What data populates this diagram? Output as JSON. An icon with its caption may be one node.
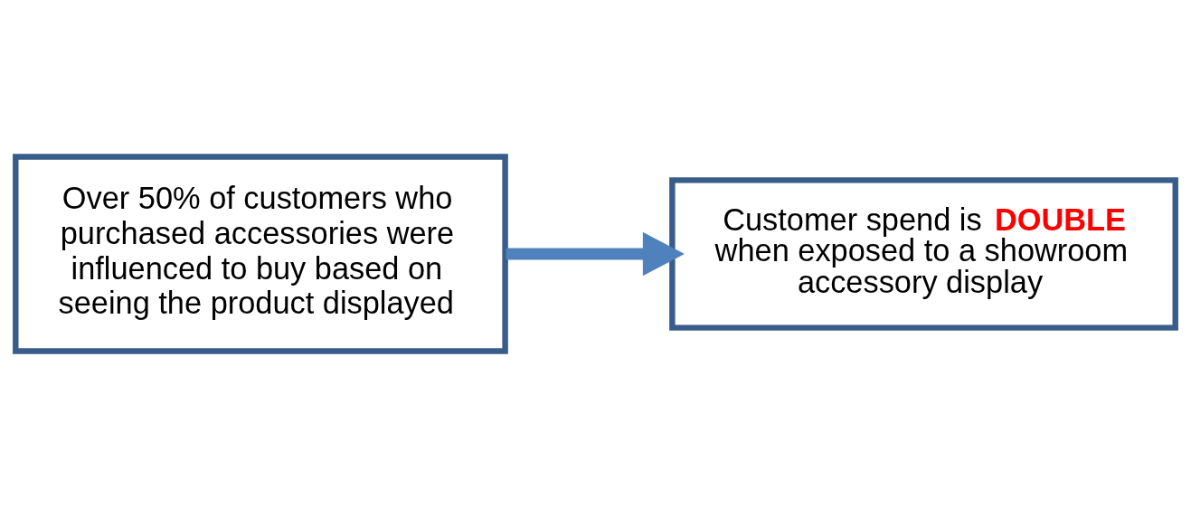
{
  "diagram": {
    "nodes": [
      {
        "text": [
          "Over 50% of customers who purchased accessories were influenced to buy based on seeing the product displayed"
        ]
      },
      {
        "text": [
          "Customer spend is **DOUBLE** when exposed to a showroom accessory display"
        ]
      }
    ],
    "edges": [
      {
        "from": 0,
        "to": 1,
        "arrow": "to"
      }
    ]
  }
}
